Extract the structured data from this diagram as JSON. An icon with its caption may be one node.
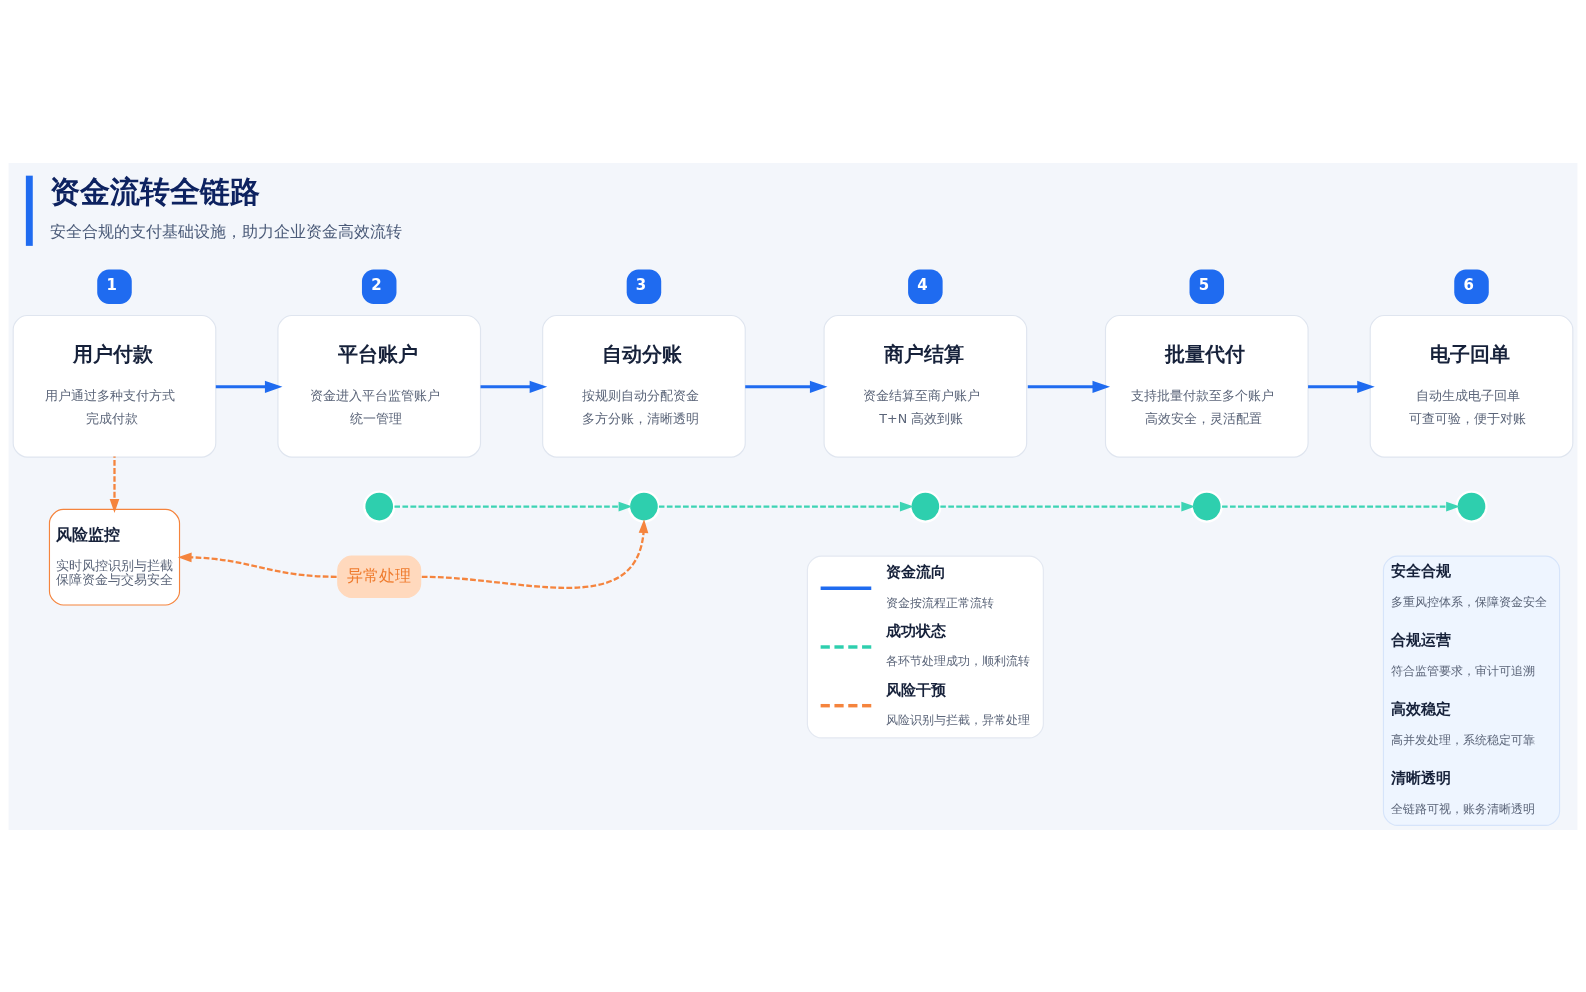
{
  "diagram": {
    "title": "资金流转全链路",
    "caption": "安全合规的支付基础设施，助力企业资金高效流转",
    "nodes": [
      {
        "text": [
          "1",
          "用户付款",
          "用户通过多种支付方式完成付款"
        ]
      },
      {
        "text": [
          "2",
          "平台账户",
          "资金进入平台监管账户统一管理"
        ]
      },
      {
        "text": [
          "3",
          "自动分账",
          "按规则自动分配资金多方分账，清晰透明"
        ]
      },
      {
        "text": [
          "4",
          "商户结算",
          "资金结算至商户账户T+N 高效到账"
        ]
      },
      {
        "text": [
          "5",
          "批量代付",
          "支持批量付款至多个账户高效安全，灵活配置"
        ]
      },
      {
        "text": [
          "6",
          "电子回单",
          "自动生成电子回单可查可验，便于对账"
        ]
      },
      {
        "text": [],
        "shape": "circle"
      },
      {
        "text": [],
        "shape": "circle"
      },
      {
        "text": [],
        "shape": "circle"
      },
      {
        "text": [],
        "shape": "circle"
      },
      {
        "text": [],
        "shape": "circle"
      },
      {
        "text": [
          "风险监控",
          "实时风控识别与拦截保障资金与交易安全"
        ]
      },
      {
        "text": [
          "异常处理"
        ]
      }
    ],
    "edges": [
      {
        "from": 0,
        "to": 1,
        "arrow": "to"
      },
      {
        "from": 1,
        "to": 2,
        "arrow": "to"
      },
      {
        "from": 2,
        "to": 3,
        "arrow": "to"
      },
      {
        "from": 3,
        "to": 4,
        "arrow": "to"
      },
      {
        "from": 4,
        "to": 5,
        "arrow": "to"
      },
      {
        "from": 6,
        "to": 7,
        "arrow": "to",
        "style": "dashed",
        "color": "#3dd4b4"
      },
      {
        "from": 7,
        "to": 8,
        "arrow": "to",
        "style": "dashed",
        "color": "#3dd4b4"
      },
      {
        "from": 8,
        "to": 9,
        "arrow": "to",
        "style": "dashed",
        "color": "#3dd4b4"
      },
      {
        "from": 9,
        "to": 10,
        "arrow": "to",
        "style": "dashed",
        "color": "#3dd4b4"
      },
      {
        "from": 0,
        "to": 11,
        "arrow": "to",
        "style": "dashed",
        "color": "#f5843d"
      },
      {
        "from": 12,
        "to": 11,
        "arrow": "to",
        "style": "dashed",
        "color": "#f5843d"
      },
      {
        "from": 12,
        "to": 7,
        "arrow": "to",
        "style": "dashed",
        "color": "#f5843d"
      }
    ],
    "labels": [
      "资金按流程正常流转",
      "各环节处理成功，顺利流转",
      "风险识别与拦截，异常处理",
      "安全合规",
      "多重风控体系，保障资金安全",
      "合规运营",
      "符合监管要求，审计可追溯",
      "高效稳定",
      "高并发处理，系统稳定可靠",
      "清晰透明",
      "全链路可视，账务清晰透明"
    ],
    "legend": [
      {
        "text": "资金流向"
      },
      {
        "text": "成功状态"
      },
      {
        "text": "风险干预"
      }
    ]
  }
}
